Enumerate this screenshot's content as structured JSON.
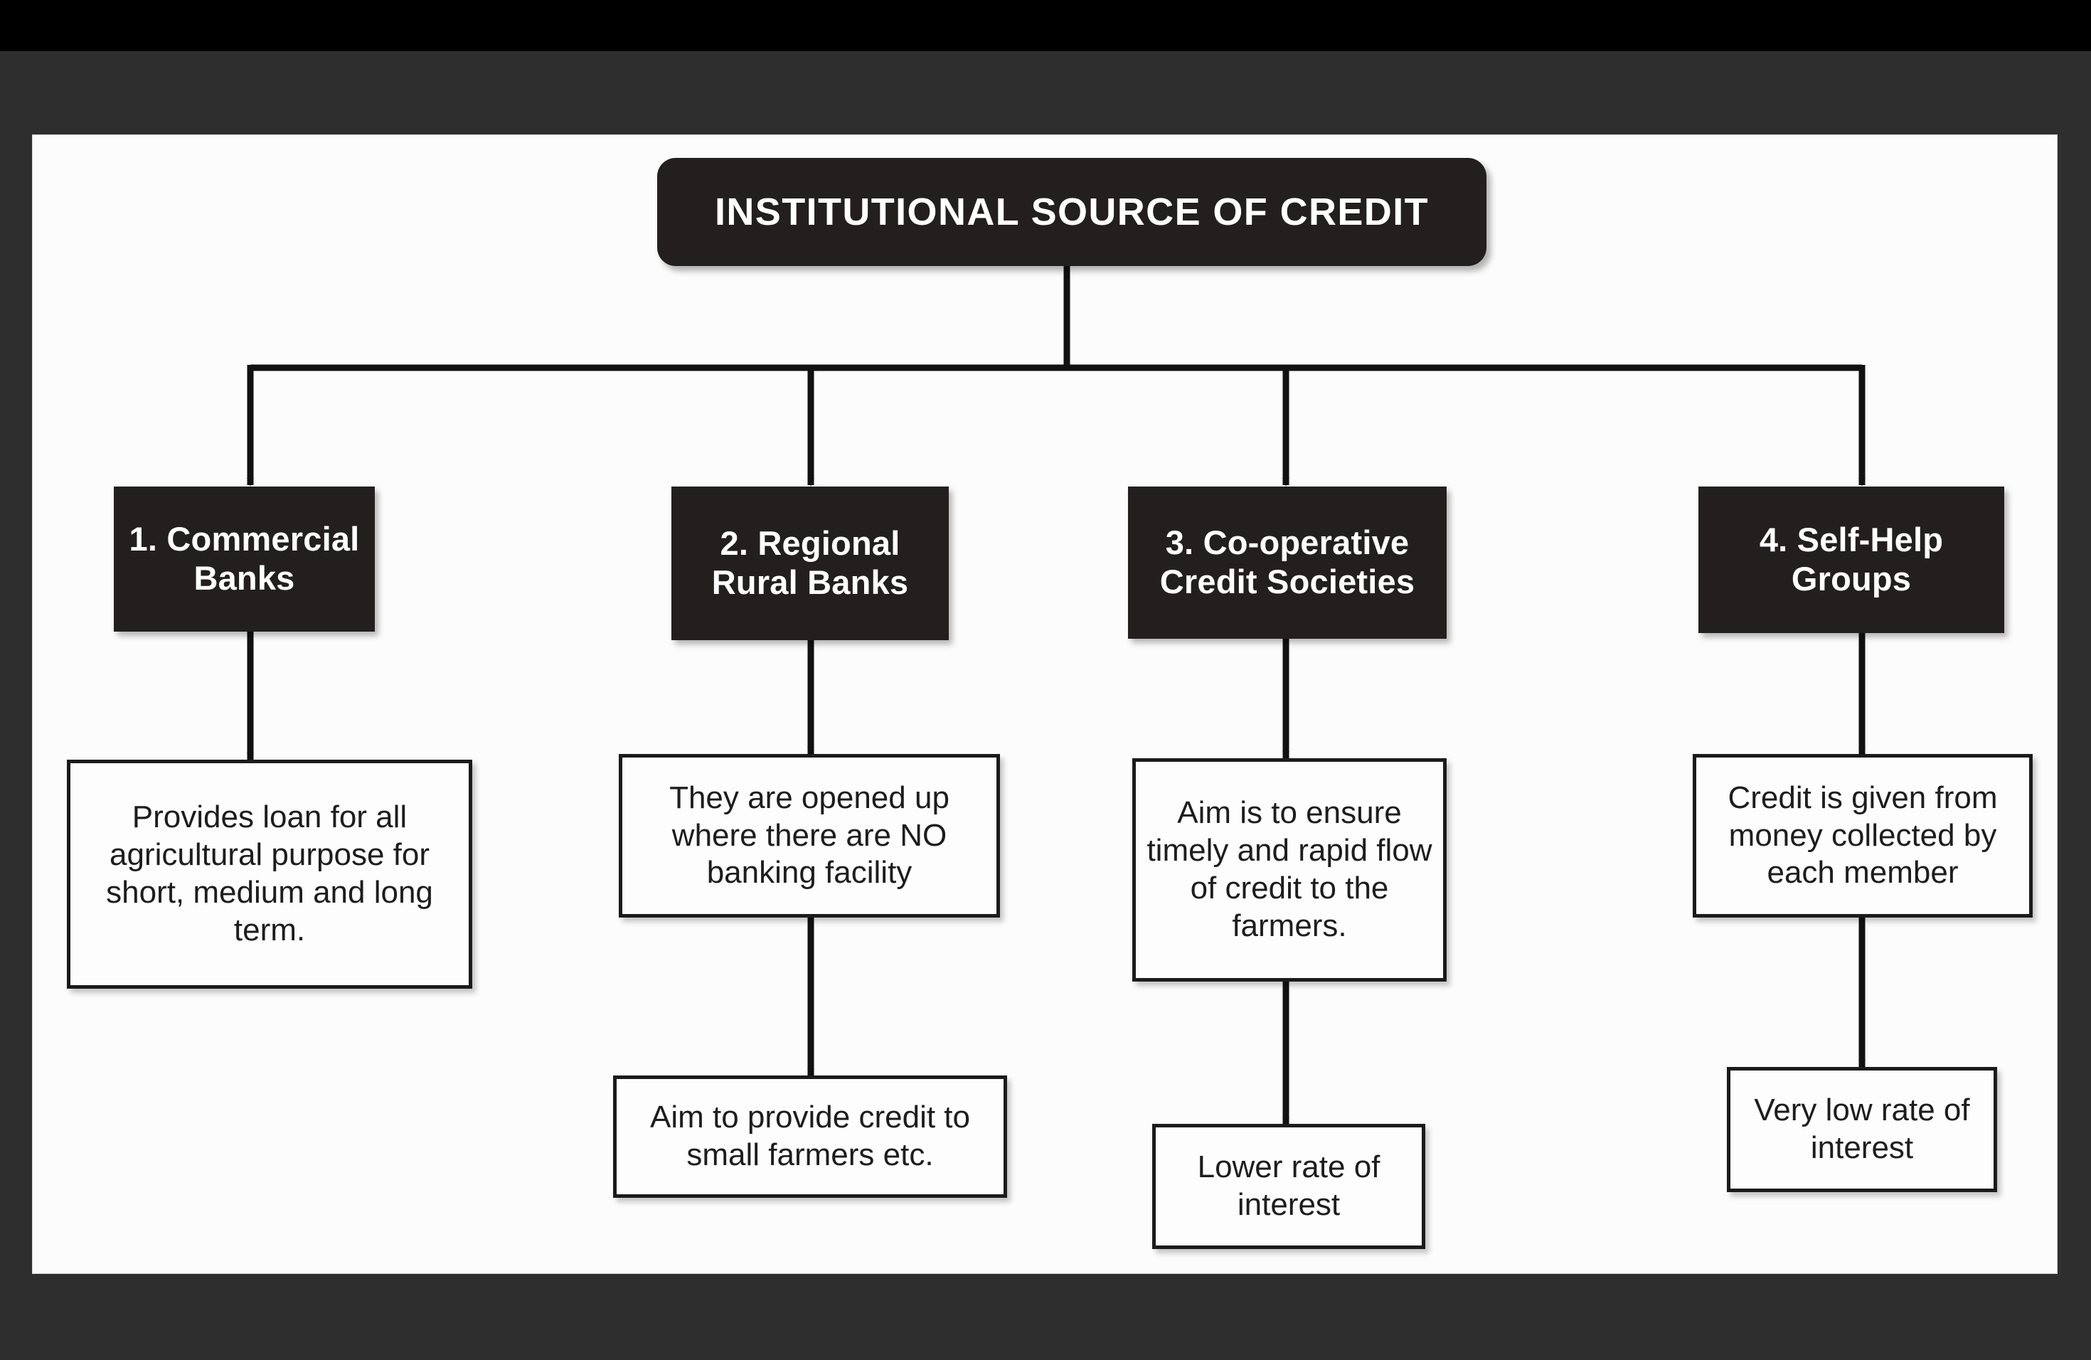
{
  "diagram": {
    "title": "INSTITUTIONAL SOURCE OF CREDIT",
    "root_label": "INSTITUTIONAL SOURCE OF CREDIT",
    "colors": {
      "page_border": "#2e2e2e",
      "top_band": "#000000",
      "canvas": "#fcfcfc",
      "node_dark_fill": "#231f1f",
      "node_dark_text": "#ffffff",
      "node_light_fill": "#fdfdfd",
      "node_light_border": "#1b1b1b",
      "node_light_text": "#1d1d1d",
      "connector": "#111111"
    },
    "branches": [
      {
        "id": "commercial-banks",
        "category": "1. Commercial Banks",
        "details": [
          "Provides loan for all agricultural purpose for short, medium and long term."
        ]
      },
      {
        "id": "regional-rural-banks",
        "category": "2. Regional Rural Banks",
        "details": [
          "They are opened up where there are NO banking facility",
          "Aim to provide credit to small farmers etc."
        ]
      },
      {
        "id": "co-operative-credit-societies",
        "category": "3. Co-operative Credit Societies",
        "details": [
          "Aim is to ensure timely and rapid flow of credit to the farmers.",
          "Lower rate of interest"
        ]
      },
      {
        "id": "self-help-groups",
        "category": "4. Self-Help Groups",
        "details": [
          "Credit is given from money collected by each member",
          "Very low rate of interest"
        ]
      }
    ]
  }
}
